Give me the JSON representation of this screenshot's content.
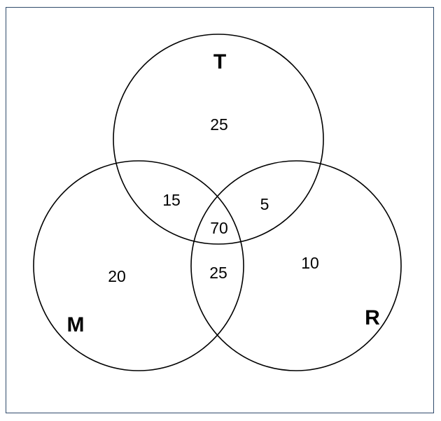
{
  "diagram": {
    "sets": [
      {
        "id": "T",
        "label": "T"
      },
      {
        "id": "M",
        "label": "M"
      },
      {
        "id": "R",
        "label": "R"
      }
    ],
    "regions": [
      {
        "sets": [
          "T"
        ],
        "value": "25"
      },
      {
        "sets": [
          "M"
        ],
        "value": "20"
      },
      {
        "sets": [
          "R"
        ],
        "value": "10"
      },
      {
        "sets": [
          "T",
          "M"
        ],
        "value": "15"
      },
      {
        "sets": [
          "T",
          "R"
        ],
        "value": "5"
      },
      {
        "sets": [
          "M",
          "R"
        ],
        "value": "25"
      },
      {
        "sets": [
          "T",
          "M",
          "R"
        ],
        "value": "70"
      }
    ],
    "colors": {
      "frame": "#2f4a6b",
      "stroke": "#000000",
      "background": "#ffffff"
    }
  }
}
